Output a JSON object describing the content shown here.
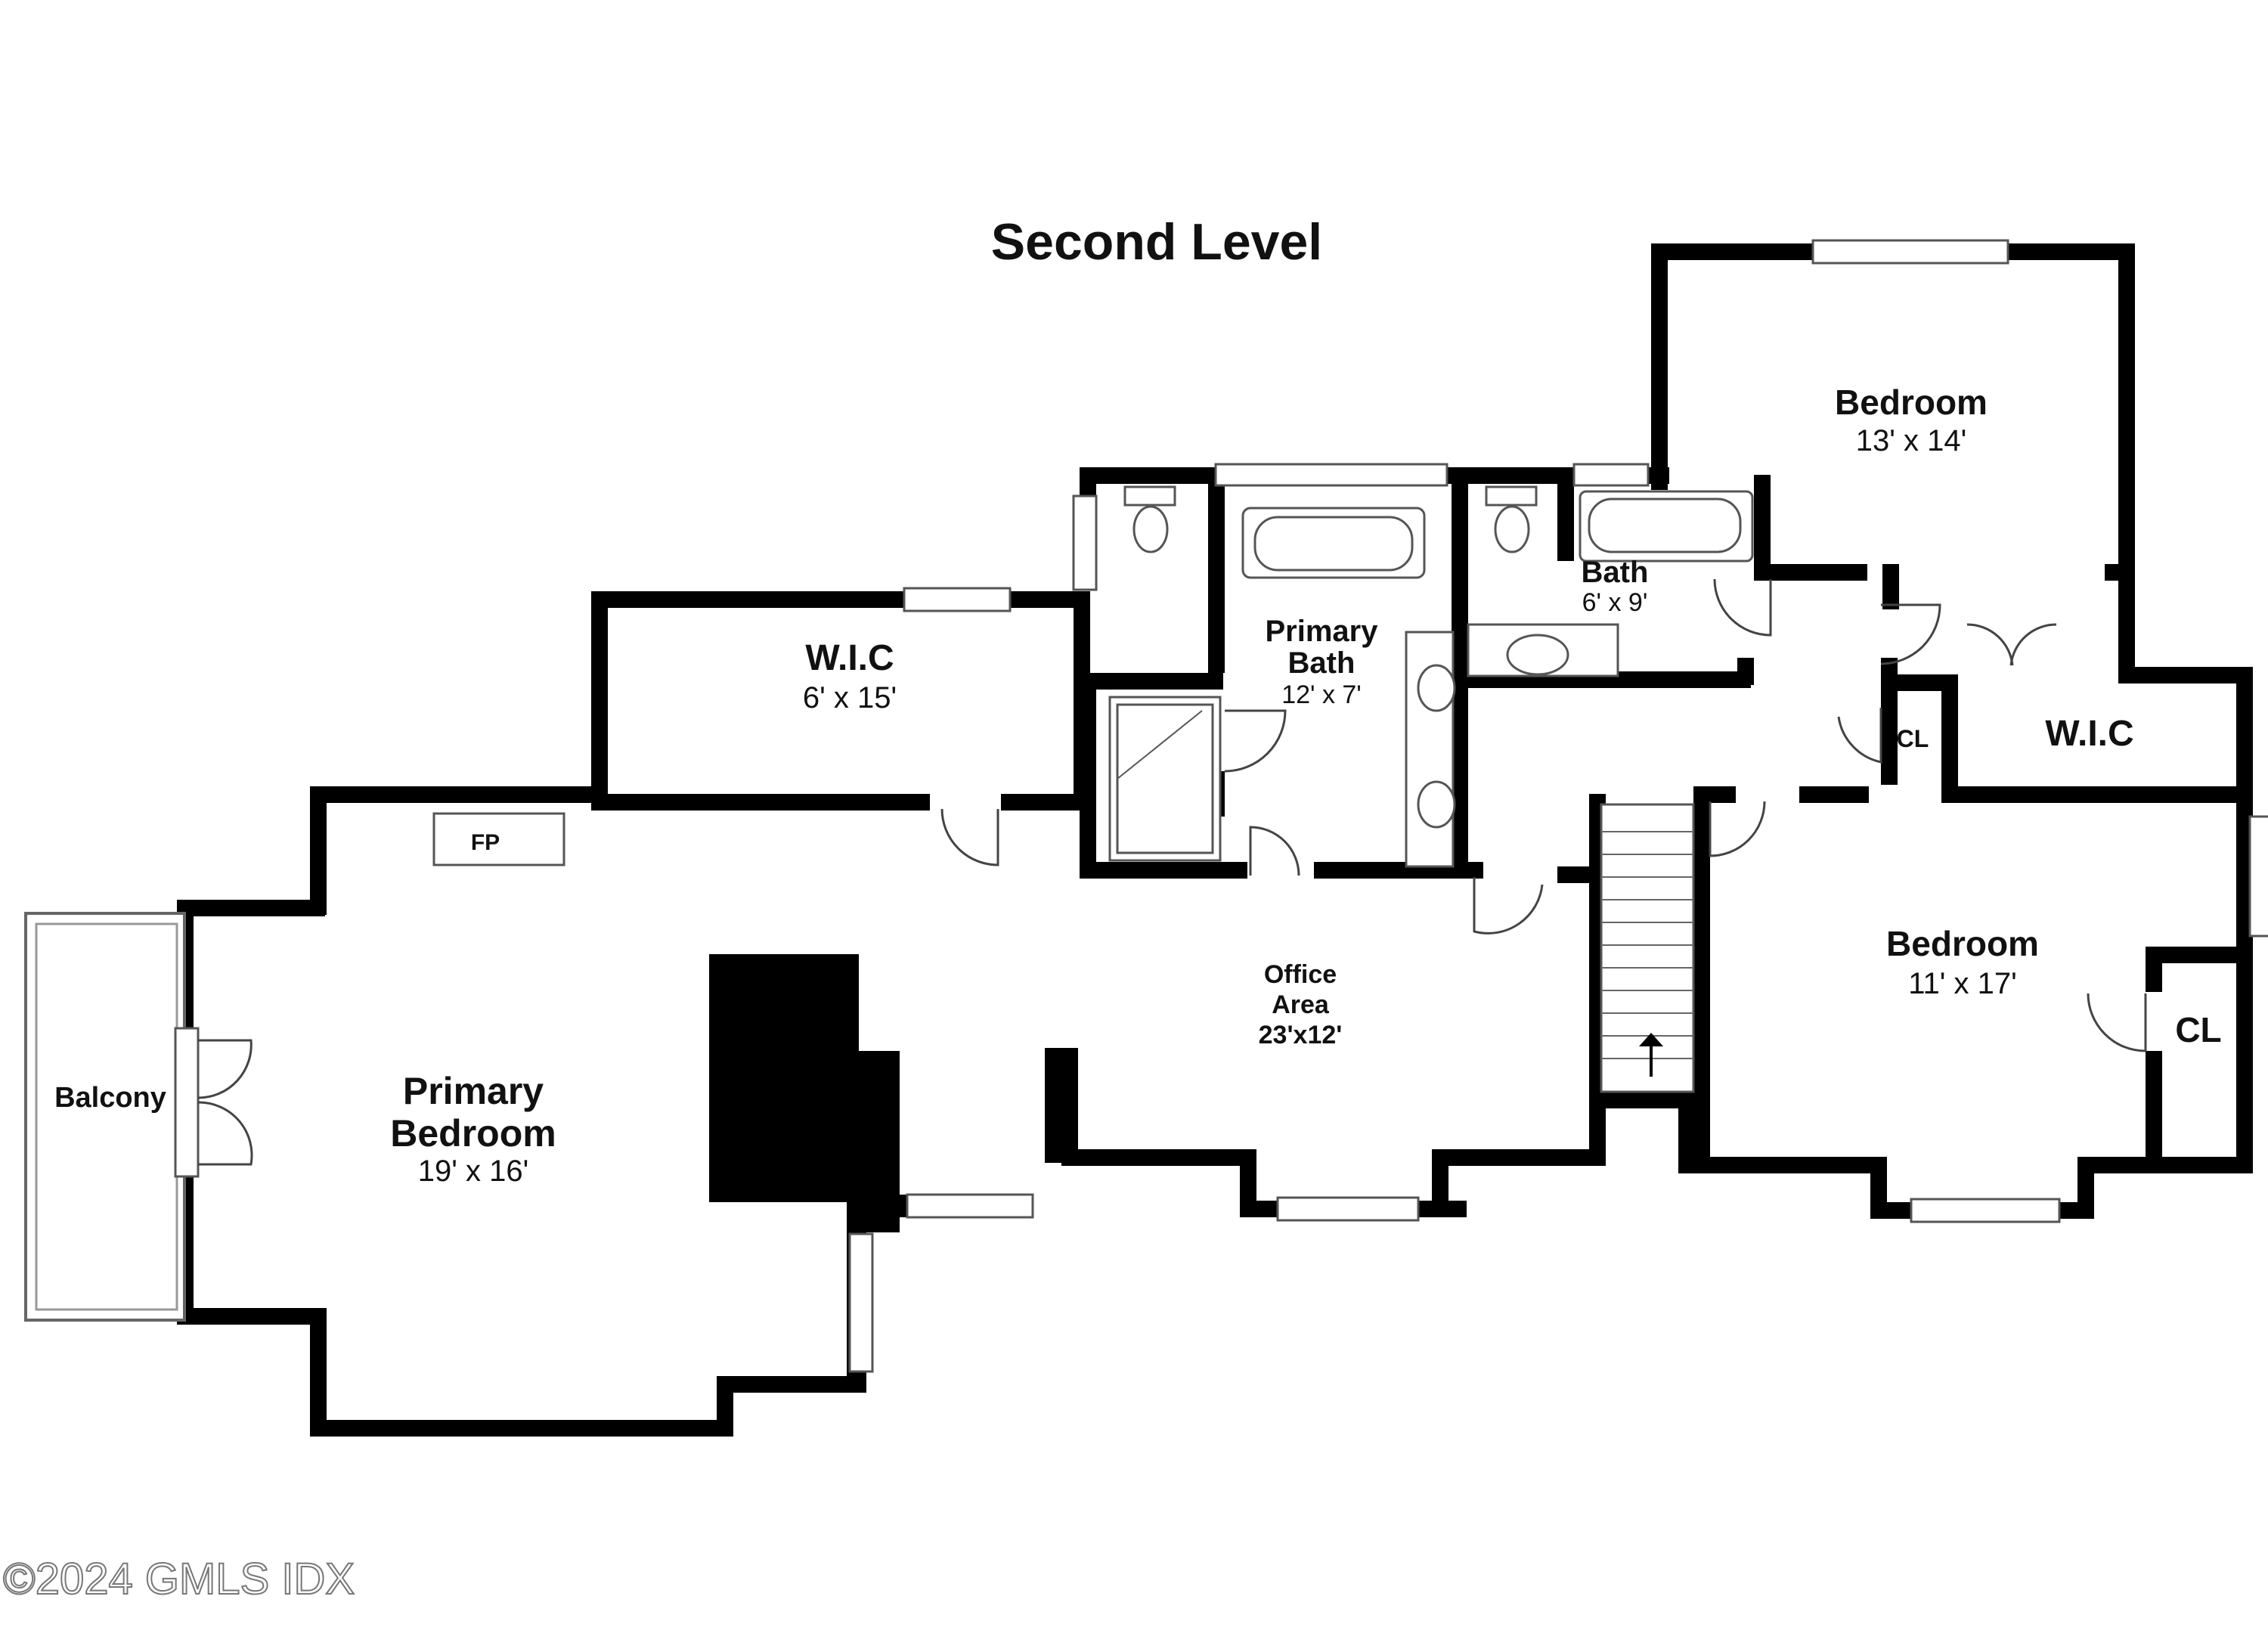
{
  "title": "Second Level",
  "rooms": {
    "bedroom_a": {
      "name": "Bedroom",
      "dims": "13' x 14'"
    },
    "bath": {
      "name": "Bath",
      "dims": "6' x 9'"
    },
    "primary_bath": {
      "name_line1": "Primary",
      "name_line2": "Bath",
      "dims": "12' x 7'"
    },
    "wic_a": {
      "name": "W.I.C",
      "dims": "6' x 15'"
    },
    "wic_b": {
      "name": "W.I.C"
    },
    "closet_a": {
      "name": "CL"
    },
    "closet_b": {
      "name": "CL"
    },
    "bedroom_b": {
      "name": "Bedroom",
      "dims": "11' x 17'"
    },
    "office": {
      "name_line1": "Office",
      "name_line2": "Area",
      "dims": "23'x12'"
    },
    "primary_bedroom": {
      "name_line1": "Primary",
      "name_line2": "Bedroom",
      "dims": "19' x 16'"
    },
    "fireplace": {
      "name": "FP"
    },
    "balcony": {
      "name": "Balcony"
    }
  },
  "watermark": "©2024 GMLS IDX"
}
